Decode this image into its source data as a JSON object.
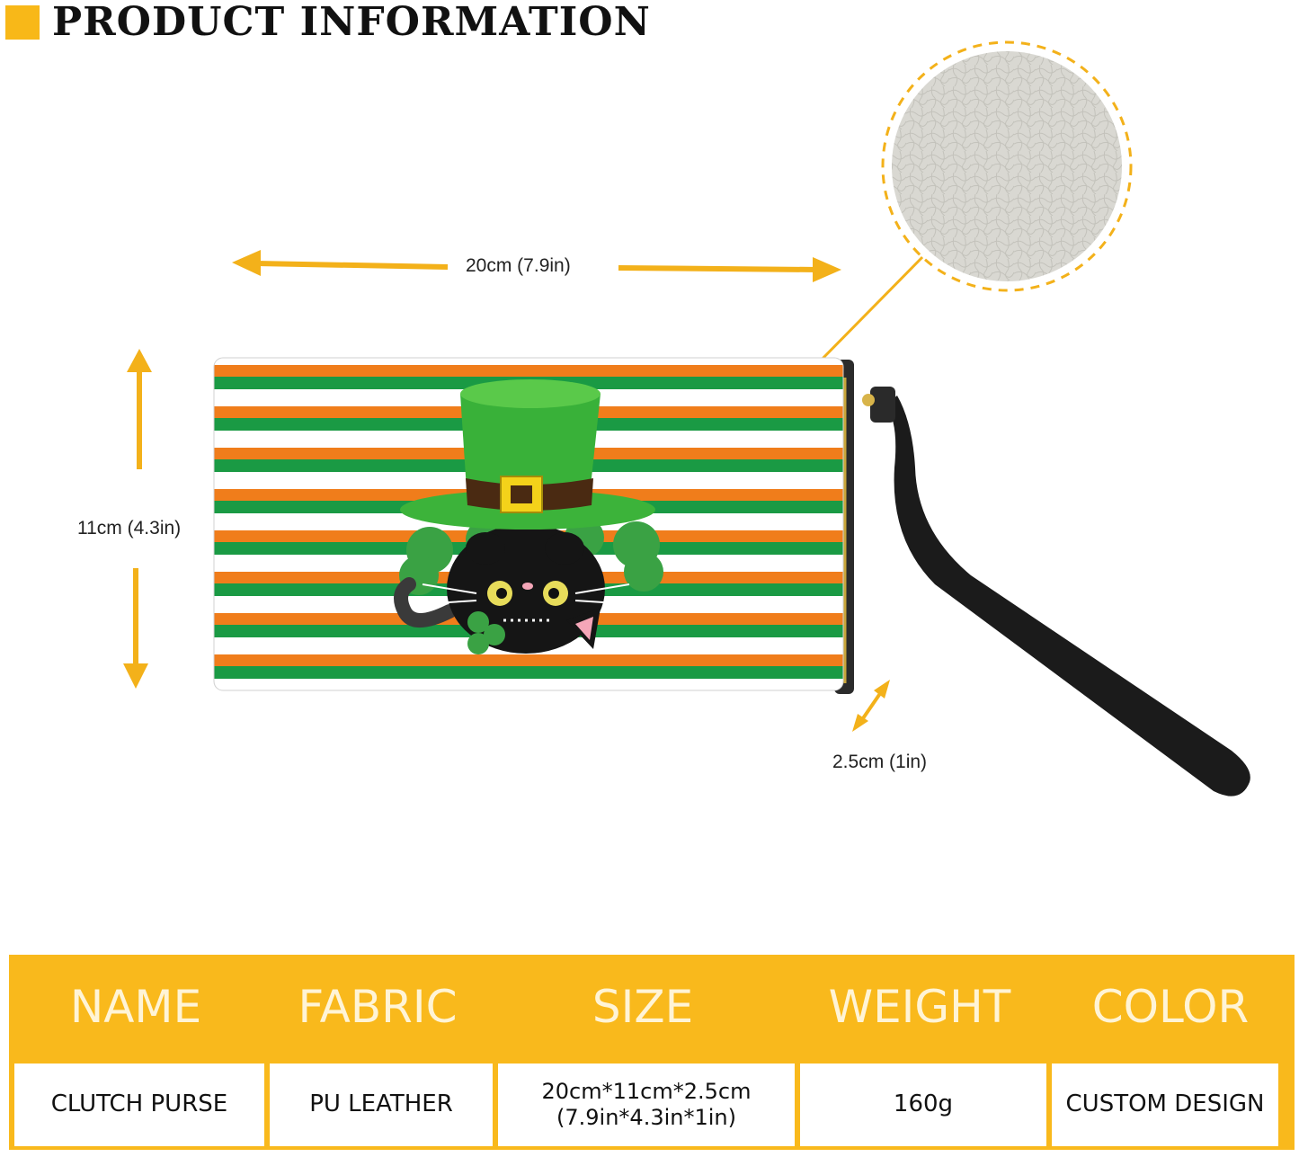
{
  "header": {
    "title": "PRODUCT INFORMATION"
  },
  "dimensions": {
    "width": "20cm (7.9in)",
    "height": "11cm (4.3in)",
    "depth": "2.5cm (1in)"
  },
  "colors": {
    "accent": "#f8b818",
    "stripe_orange": "#f07d1b",
    "stripe_green": "#1a9a44",
    "strap": "#1b1b1b"
  },
  "table": {
    "headers": [
      "NAME",
      "FABRIC",
      "SIZE",
      "WEIGHT",
      "COLOR"
    ],
    "values": {
      "name": "CLUTCH  PURSE",
      "fabric": "PU LEATHER",
      "size_line1": "20cm*11cm*2.5cm",
      "size_line2": "(7.9in*4.3in*1in)",
      "weight": "160g",
      "color": "CUSTOM DESIGN"
    }
  }
}
